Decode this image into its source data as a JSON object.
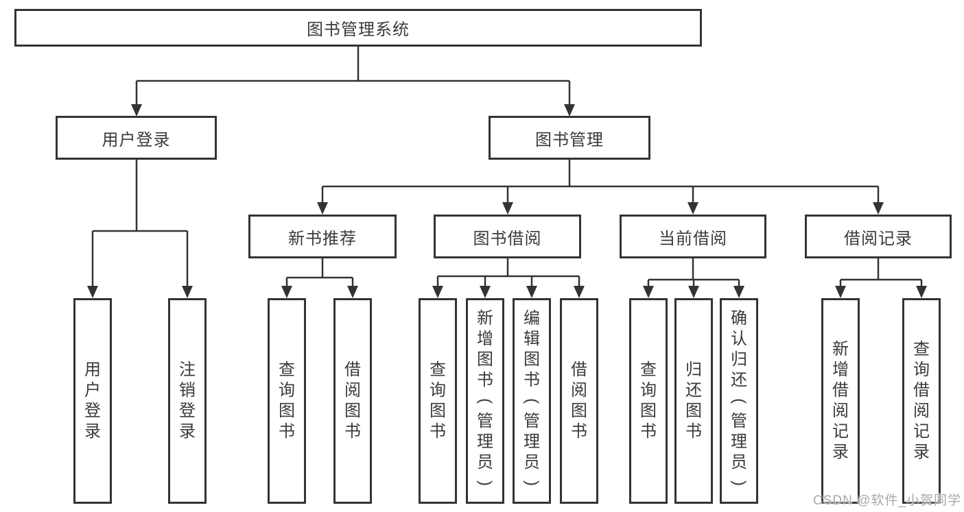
{
  "diagram": {
    "root": {
      "label": "图书管理系统"
    },
    "level2": [
      {
        "id": "user-login",
        "label": "用户登录"
      },
      {
        "id": "book-management",
        "label": "图书管理"
      }
    ],
    "level3": [
      {
        "id": "new-book-recommend",
        "label": "新书推荐"
      },
      {
        "id": "book-borrow",
        "label": "图书借阅"
      },
      {
        "id": "current-borrow",
        "label": "当前借阅"
      },
      {
        "id": "borrow-record",
        "label": "借阅记录"
      }
    ],
    "leaves": [
      {
        "id": "user-login-leaf",
        "parent": "user-login",
        "label": "用户登录"
      },
      {
        "id": "logout",
        "parent": "user-login",
        "label": "注销登录"
      },
      {
        "id": "query-book-recommend",
        "parent": "new-book-recommend",
        "label": "查询图书"
      },
      {
        "id": "borrow-book-recommend",
        "parent": "new-book-recommend",
        "label": "借阅图书"
      },
      {
        "id": "query-book-borrow",
        "parent": "book-borrow",
        "label": "查询图书"
      },
      {
        "id": "add-book-admin",
        "parent": "book-borrow",
        "label": "新增图书（管理员）"
      },
      {
        "id": "edit-book-admin",
        "parent": "book-borrow",
        "label": "编辑图书（管理员）"
      },
      {
        "id": "borrow-book",
        "parent": "book-borrow",
        "label": "借阅图书"
      },
      {
        "id": "query-book-current",
        "parent": "current-borrow",
        "label": "查询图书"
      },
      {
        "id": "return-book",
        "parent": "current-borrow",
        "label": "归还图书"
      },
      {
        "id": "confirm-return-admin",
        "parent": "current-borrow",
        "label": "确认归还（管理员）"
      },
      {
        "id": "add-borrow-record",
        "parent": "borrow-record",
        "label": "新增借阅记录"
      },
      {
        "id": "query-borrow-record",
        "parent": "borrow-record",
        "label": "查询借阅记录"
      }
    ],
    "watermark": "CSDN @软件_小贺同学",
    "colors": {
      "line": "#333333",
      "text": "#3a3a3a",
      "background": "#ffffff",
      "watermark": "#a8a8a8"
    }
  }
}
